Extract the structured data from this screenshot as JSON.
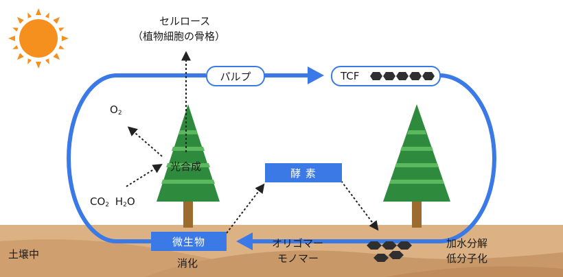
{
  "labels": {
    "cellulose": "セルロース",
    "cellulose_sub": "（植物細胞の骨格）",
    "pulp": "パルプ",
    "tcf": "TCF",
    "o2_main": "O",
    "o2_sub": "2",
    "photosynthesis": "光合成",
    "co2_main": "CO",
    "co2_sub": "2",
    "h2o_h": "H",
    "h2o_sub": "2",
    "h2o_o": "O",
    "enzyme": "酵 素",
    "microbe": "微生物",
    "digestion": "消化",
    "oligomer": "オリゴマー",
    "monomer": "モノマー",
    "hydrolysis": "加水分解",
    "low_molecular": "低分子化",
    "soil": "土壌中"
  },
  "colors": {
    "cycle_blue": "#3a79e6",
    "tree_green": "#2e8b3e",
    "tree_stripe": "#5cb85c",
    "trunk": "#9c6b2f",
    "soil": "#d6a878",
    "sun": "#f5901e",
    "particle": "#2f2f2f"
  }
}
